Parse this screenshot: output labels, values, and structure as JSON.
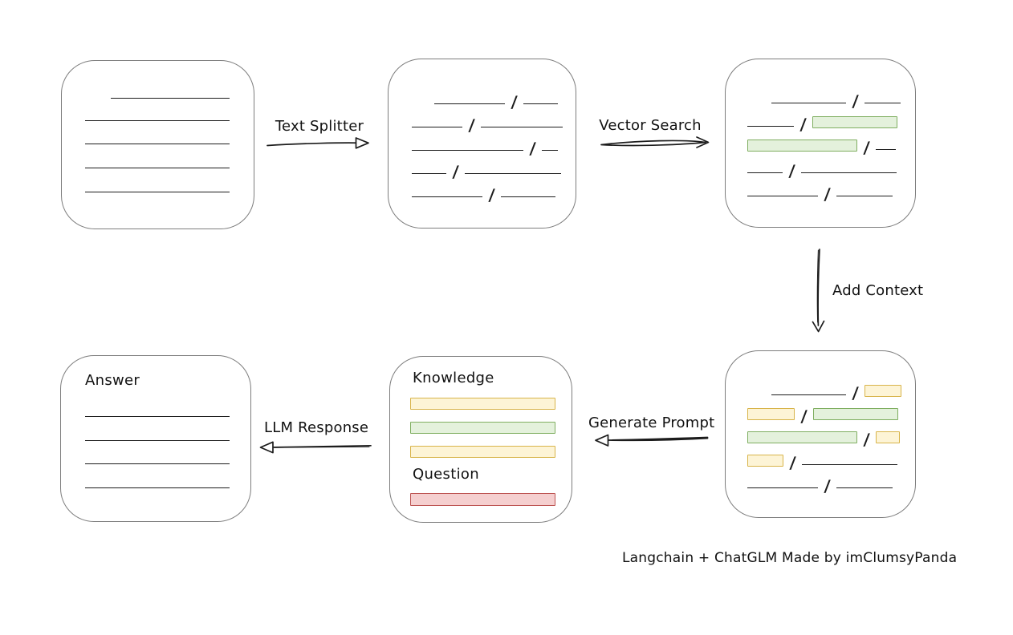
{
  "colors": {
    "box_border": "#7d7d7d",
    "stroke": "#1c1c1c",
    "green_fill": "#e4f1dc",
    "green_border": "#7fae60",
    "yellow_fill": "#fdf4d6",
    "yellow_border": "#d8b44a",
    "red_fill": "#f5cfcf",
    "red_border": "#bd5452",
    "text": "#111111"
  },
  "glyphs": {
    "slash": "/"
  },
  "flow": {
    "nodes": [
      {
        "id": "document",
        "desc": "source document with 5 plain text lines"
      },
      {
        "id": "split-chunks",
        "desc": "document split into chunks separated by slashes, 5 rows"
      },
      {
        "id": "matched-chunks",
        "desc": "chunk rows with 2 green highlighted matches"
      },
      {
        "id": "context-chunks",
        "desc": "chunk rows with green matches plus 4 yellow context chunks"
      },
      {
        "id": "prompt",
        "desc": "prompt box with knowledge bars (yellow, green, yellow) and red question bar"
      },
      {
        "id": "answer",
        "desc": "answer box with 4 text lines"
      }
    ],
    "edges": [
      {
        "from": "document",
        "to": "split-chunks",
        "label": "Text Splitter",
        "direction": "right"
      },
      {
        "from": "split-chunks",
        "to": "matched-chunks",
        "label": "Vector Search",
        "direction": "right"
      },
      {
        "from": "matched-chunks",
        "to": "context-chunks",
        "label": "Add Context",
        "direction": "down"
      },
      {
        "from": "context-chunks",
        "to": "prompt",
        "label": "Generate Prompt",
        "direction": "left"
      },
      {
        "from": "prompt",
        "to": "answer",
        "label": "LLM Response",
        "direction": "left"
      }
    ]
  },
  "boxes": {
    "prompt": {
      "knowledge_label": "Knowledge",
      "question_label": "Question"
    },
    "answer": {
      "label": "Answer"
    }
  },
  "caption": "Langchain + ChatGLM Made by imClumsyPanda"
}
